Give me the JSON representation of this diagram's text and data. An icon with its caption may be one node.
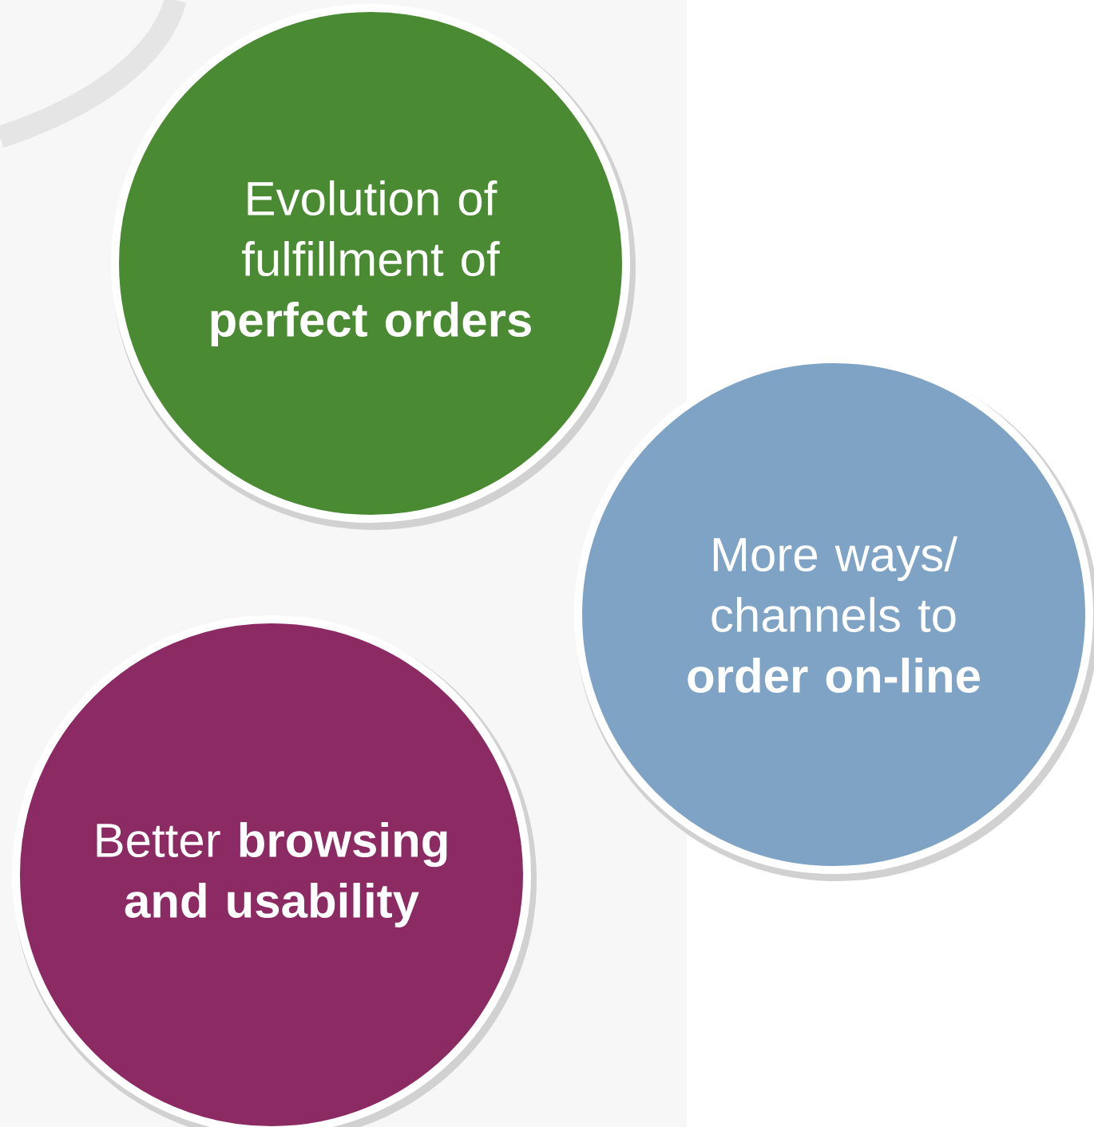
{
  "diagram": {
    "nodes": [
      {
        "text": [
          "Evolution of fulfillment of **perfect orders**"
        ]
      },
      {
        "text": [
          "More ways/ channels to **order on-line**"
        ]
      },
      {
        "text": [
          "Better **browsing and usability**"
        ]
      }
    ]
  }
}
